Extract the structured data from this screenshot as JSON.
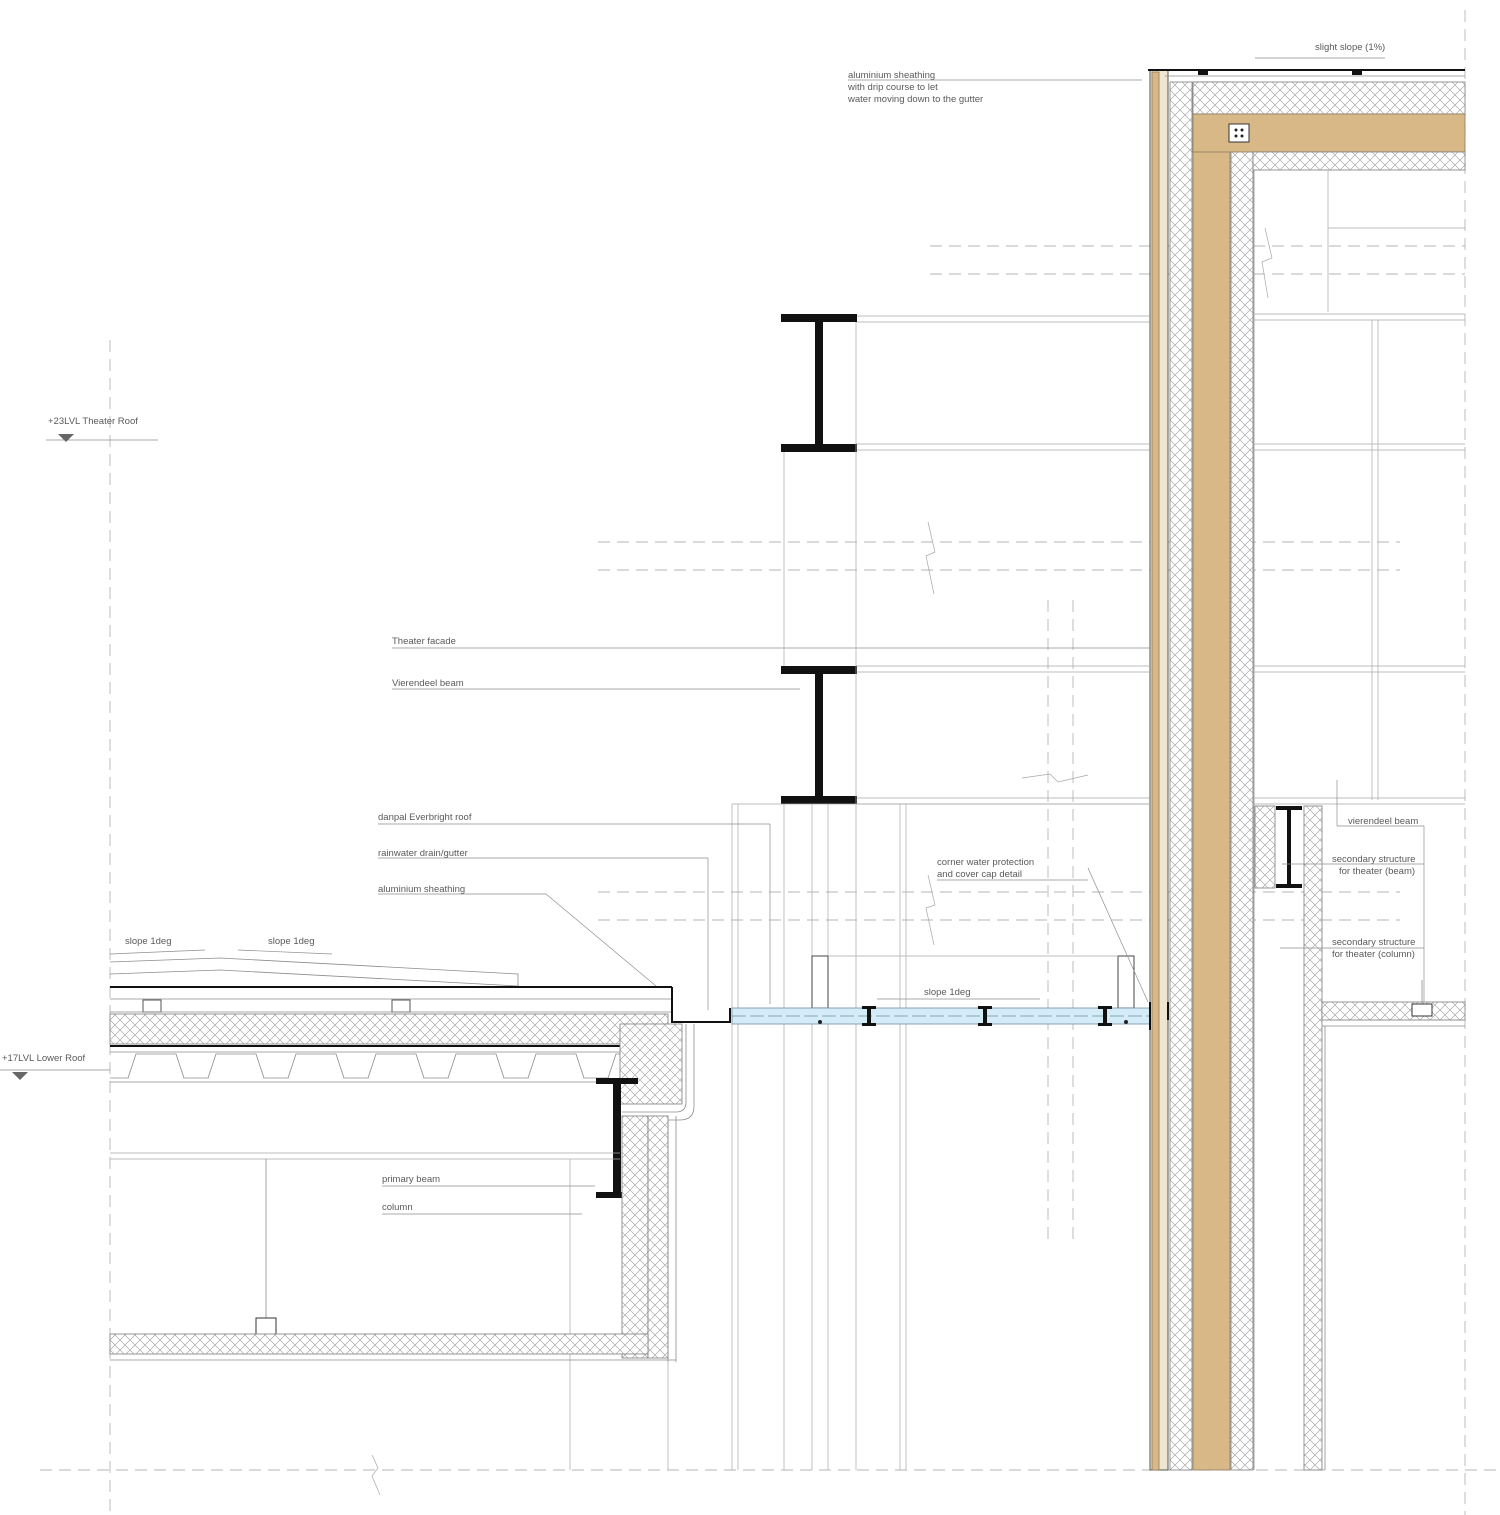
{
  "levels": {
    "theater_roof": "+23LVL Theater Roof",
    "lower_roof": "+17LVL Lower Roof"
  },
  "annotations": {
    "slight_slope": "slight slope (1%)",
    "aluminium_sheathing_top": [
      "aluminium sheathing",
      "with drip course to let",
      "water moving down to the gutter"
    ],
    "theater_facade": "Theater facade",
    "vierendeel_beam": "Vierendeel beam",
    "danpal_roof": "danpal Everbright roof",
    "rainwater_drain": "rainwater drain/gutter",
    "aluminium_sheathing": "aluminium sheathing",
    "corner_water": [
      "corner water protection",
      "and cover cap detail"
    ],
    "vierendeel_beam_right": "vierendeel beam",
    "secondary_beam": [
      "secondary structure",
      "for theater (beam)"
    ],
    "secondary_column": [
      "secondary structure",
      "for theater (column)"
    ],
    "slope_left_1": "slope 1deg",
    "slope_left_2": "slope 1deg",
    "slope_center": "slope 1deg",
    "primary_beam": "primary beam",
    "column": "column"
  },
  "colors": {
    "wood": "#d9b887",
    "glass": "#d4ecf7",
    "steel": "#111111",
    "line": "#8c8c8c"
  }
}
